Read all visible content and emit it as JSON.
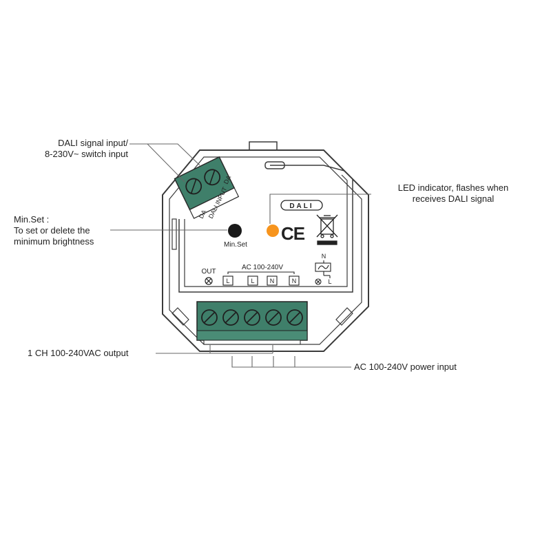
{
  "callouts": {
    "dali_input": {
      "line1": "DALI signal input/",
      "line2": "8-230V~ switch input"
    },
    "min_set": {
      "line1": "Min.Set :",
      "line2": "To set or delete the",
      "line3": "minimum brightness"
    },
    "led_indicator": {
      "line1": "LED indicator, flashes when",
      "line2": "receives DALI signal"
    },
    "ch_output": {
      "line1": "1 CH 100-240VAC output"
    },
    "power_input": {
      "line1": "AC 100-240V power input"
    }
  },
  "device": {
    "dali_terminal_label_top": "DA",
    "dali_terminal_label_bottom": "DA",
    "dali_terminal_caption": "DALI INPUT",
    "dali_logo": "DALI",
    "ce_mark": "CE",
    "min_set_label": "Min.Set",
    "out_label": "OUT",
    "ac_range_label": "AC 100-240V",
    "terminals": [
      "L",
      "L",
      "N",
      "N"
    ],
    "symbol_n": "N",
    "symbol_l": "L"
  },
  "colors": {
    "terminal_green": "#3f7f6a",
    "led_orange": "#f7941d",
    "outline": "#3a3a3a",
    "leader": "#666666"
  }
}
